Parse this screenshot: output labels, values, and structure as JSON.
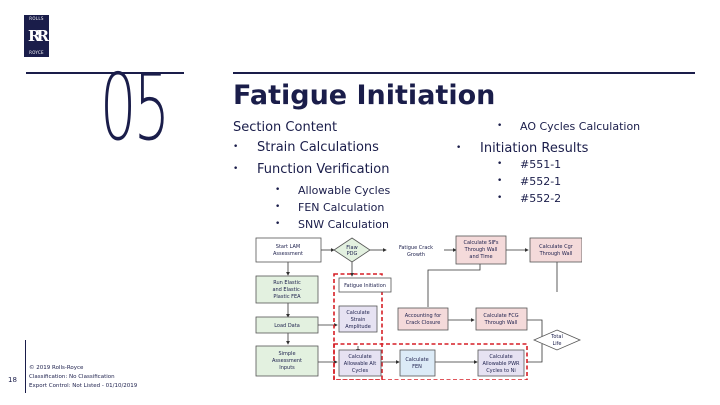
{
  "logo": {
    "top_word": "ROLLS",
    "monogram": "RR",
    "bottom_word": "ROYCE"
  },
  "section_number": "05",
  "title": "Fatigue Initiation",
  "section_content_label": "Section Content",
  "left_bullets": [
    {
      "label": "Strain Calculations",
      "sub": []
    },
    {
      "label": "Function Verification",
      "sub": [
        "Allowable Cycles",
        "FEN Calculation",
        "SNW Calculation"
      ]
    }
  ],
  "right_bullets": [
    {
      "label": "AO Cycles Calculation",
      "level": 2
    },
    {
      "label": "Initiation Results",
      "level": 1
    },
    {
      "label": "#551-1",
      "level": 2
    },
    {
      "label": "#552-1",
      "level": 2
    },
    {
      "label": "#552-2",
      "level": 2
    }
  ],
  "slide_number": "18",
  "footer": {
    "copyright": "© 2019 Rolls-Royce",
    "classification": "Classification: No Classification",
    "export": "Export Control: Not Listed - 01/10/2019"
  },
  "flowchart": {
    "start": [
      "Start LAM",
      "Assessment"
    ],
    "run_fea": [
      "Run Elastic",
      "and Elastic-",
      "Plastic FEA"
    ],
    "load_data": [
      "Load Data"
    ],
    "simple_assess": [
      "Simple",
      "Assessment",
      "Inputs"
    ],
    "flaw": [
      "Flaw",
      "PDG"
    ],
    "fatigue_crack": [
      "Fatigue Crack",
      "Growth"
    ],
    "sifs": [
      "Calculate SIFs",
      "Through Wall",
      "and Time"
    ],
    "cgr": [
      "Calculate Cgr",
      "Through Wall"
    ],
    "fatigue_initiation": [
      "Fatigue Initiation"
    ],
    "strain": [
      "Calculate",
      "Strain",
      "Amplitude"
    ],
    "allowable": [
      "Calculate",
      "Allowable Alt",
      "Cycles"
    ],
    "fen": [
      "Calculate",
      "FEN"
    ],
    "pwr": [
      "Calculate",
      "Allowable PWR",
      "Cycles to Ni"
    ],
    "closure": [
      "Accounting for",
      "Crack Closure"
    ],
    "fcg": [
      "Calculate FCG",
      "Through Wall"
    ],
    "total": [
      "Total",
      "Life"
    ]
  }
}
